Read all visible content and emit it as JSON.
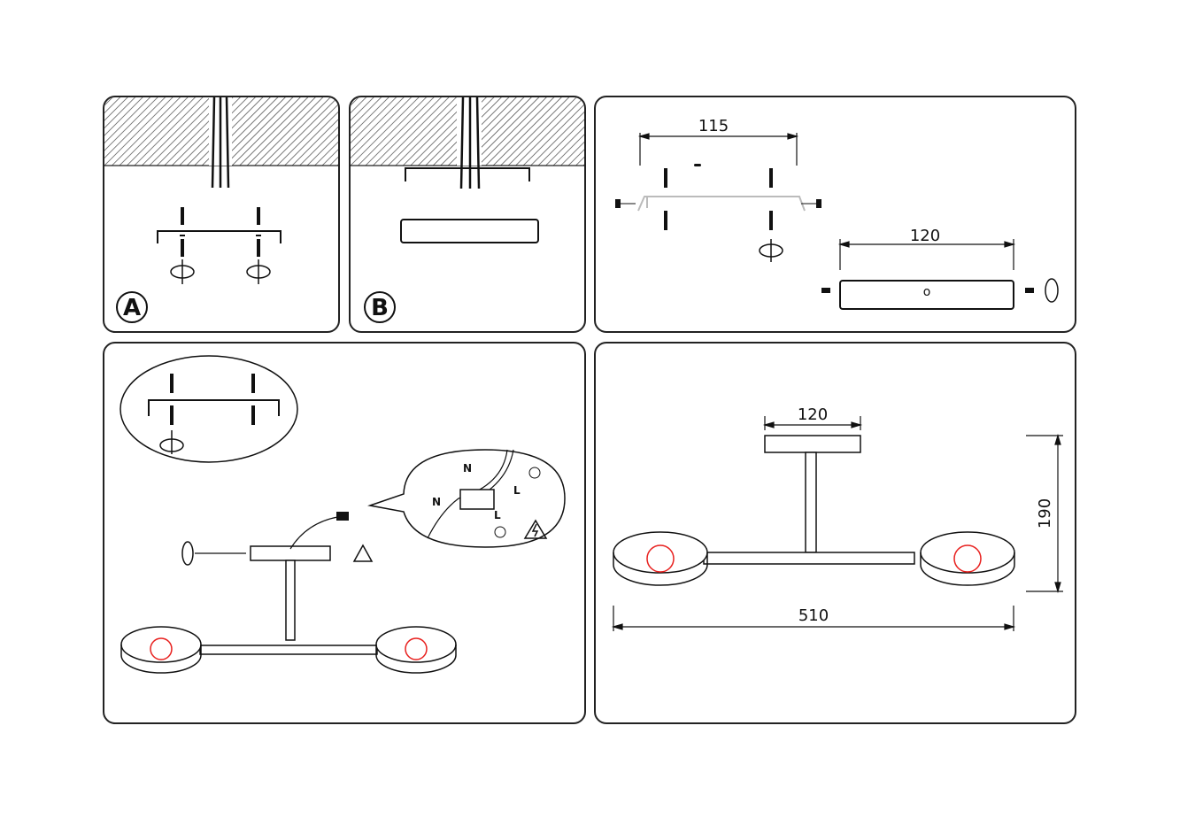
{
  "document": {
    "type": "ceiling lamp installation diagram",
    "colors": {
      "line": "#222222",
      "hatch": "#444444",
      "bulb": "#e8201e",
      "background": "#ffffff"
    }
  },
  "panels": {
    "step_a": {
      "badge": "A",
      "caption_icons": [
        "ceiling-hatch-icon",
        "wires-icon",
        "bracket-icon",
        "screw-icon",
        "anchor-icon",
        "rotate-icon"
      ]
    },
    "step_b": {
      "badge": "B",
      "caption_icons": [
        "ceiling-hatch-icon",
        "wires-icon",
        "bracket-icon",
        "canopy-plate-icon"
      ]
    },
    "bracket": {
      "bracket_dim": "115",
      "canopy_dim": "120",
      "canopy_hole": "o"
    },
    "wiring": {
      "labels": {
        "neutral_top": "N",
        "live_top": "L",
        "neutral_bottom": "N",
        "live_bottom": "L"
      },
      "warning": "electric-hazard"
    },
    "dimensions": {
      "canopy_width": "120",
      "height": "190",
      "total_width": "510"
    }
  }
}
